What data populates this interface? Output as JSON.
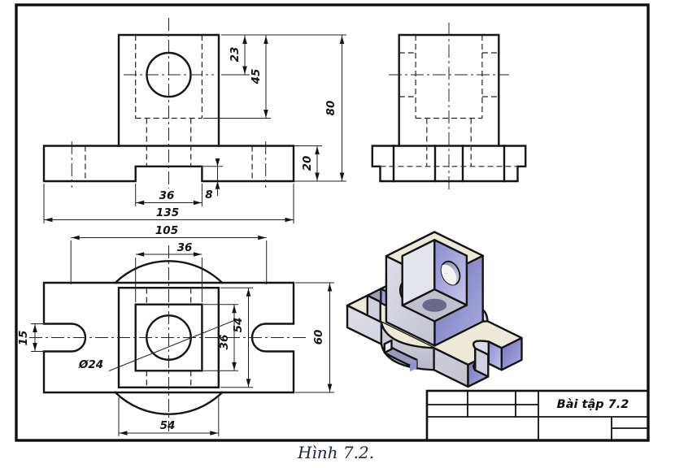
{
  "sheet": {
    "caption": "Hình 7.2."
  },
  "title_block": {
    "exercise_label": "Bài tập 7.2"
  },
  "views": {
    "front": {
      "dims": {
        "hole_offset": "23",
        "cavity_depth": "45",
        "total_height": "80",
        "base_height": "20",
        "notch_width": "36",
        "notch_height": "8",
        "total_width": "135"
      }
    },
    "top": {
      "dims": {
        "slot_span": "105",
        "cavity_width": "36",
        "slot_width": "15",
        "plate_depth": "60",
        "column_width": "54",
        "cavity_inner": "36",
        "column_bottom": "54",
        "hole_diameter": "Ø24"
      }
    }
  },
  "colors": {
    "iso_top_face": "#ece9d8",
    "iso_left_face": "#d4d4e0",
    "iso_right_face": "#8585cd",
    "caption_text": "#1c2146",
    "line_work": "#151515"
  }
}
